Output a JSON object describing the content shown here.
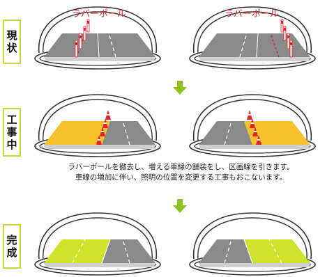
{
  "stages": {
    "current": {
      "char1": "現",
      "char2": "状"
    },
    "construction": {
      "char1": "工",
      "char2": "事",
      "char3": "中"
    },
    "complete": {
      "char1": "完",
      "char2": "成"
    }
  },
  "rubber_pole_label": "ラバーポール",
  "caption": {
    "line1": "ラバーポールを撤去し、増える車線の舗装をし、区画線を引きます。",
    "line2": "車線の増加に伴い、照明の位置を変更する工事もおこないます。"
  },
  "colors": {
    "stage_box_border": "#c7d63a",
    "arrow": "#8dc21f",
    "road_gray": "#8a8a8a",
    "road_side": "#cfcfcf",
    "pavement_yellow": "#f6c12a",
    "new_lane_green": "#cfe22a",
    "cone_red": "#e4202a",
    "tunnel_line": "#333333"
  }
}
